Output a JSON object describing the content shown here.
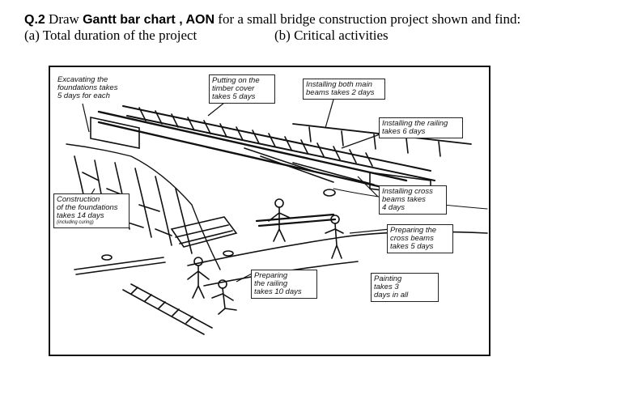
{
  "question": {
    "number": "Q.2",
    "text_a": "Draw",
    "bold_text": "Gantt bar chart , AON",
    "text_b": "for a small bridge construction project shown and find:",
    "part_a": "(a) Total duration of the project",
    "part_b": "(b) Critical activities"
  },
  "figure_labels": {
    "excavating": [
      "Excavating the",
      "foundations takes",
      "5 days for each"
    ],
    "timber_cover": [
      "Putting on the",
      "timber cover",
      "takes 5 days"
    ],
    "main_beams": [
      "Installing both main",
      "beams takes 2 days"
    ],
    "railing_install": [
      "Installing the railing",
      "takes 6 days"
    ],
    "foundations": [
      "Construction",
      "of the foundations",
      "takes 14 days"
    ],
    "foundations_note": "(including curing)",
    "cross_beams_install": [
      "Installing cross",
      "beams takes",
      "4 days"
    ],
    "cross_beams_prep": [
      "Preparing the",
      "cross beams",
      "takes 5 days"
    ],
    "railing_prep": [
      "Preparing",
      "the railing",
      "takes 10 days"
    ],
    "painting": [
      "Painting",
      "takes 3",
      "days in all"
    ]
  }
}
